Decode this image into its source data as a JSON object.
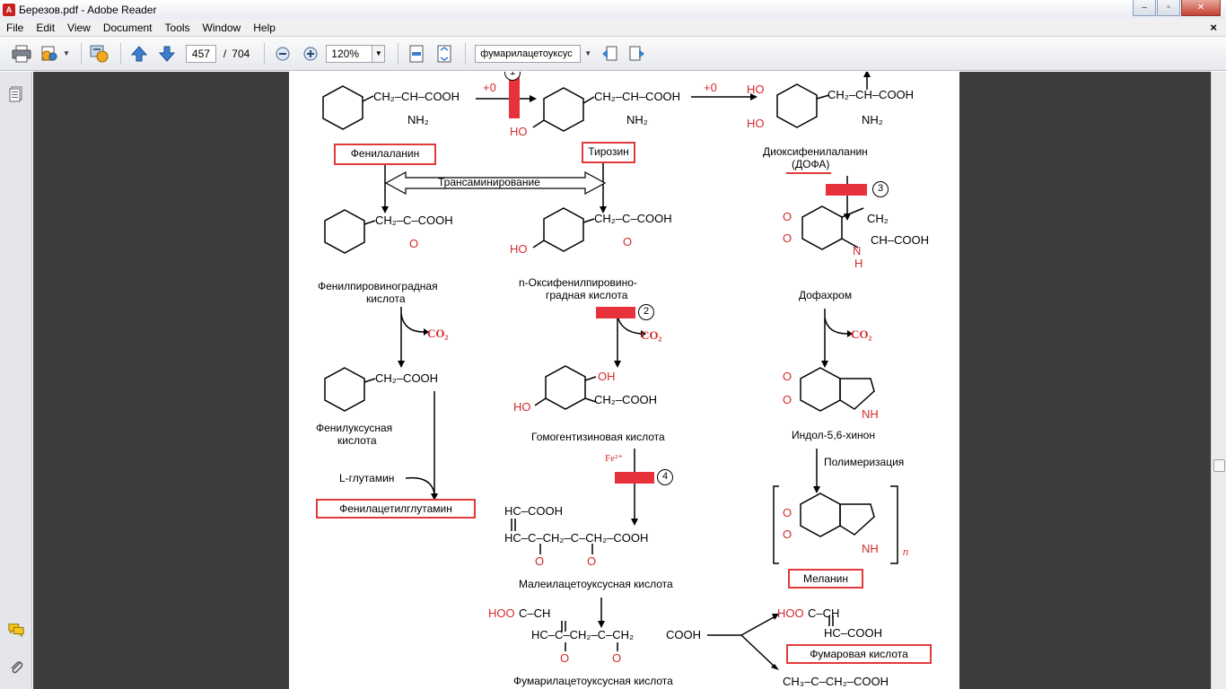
{
  "window": {
    "title": "Березов.pdf - Adobe Reader",
    "min": "–",
    "max": "▫",
    "close": "✕"
  },
  "menu": [
    "File",
    "Edit",
    "View",
    "Document",
    "Tools",
    "Window",
    "Help"
  ],
  "menu_close": "×",
  "toolbar": {
    "page_current": "457",
    "page_separator": "/",
    "page_total": "704",
    "zoom": "120%",
    "find_text": "фумарилацетоуксус"
  },
  "doc": {
    "plus_o_1": "+0",
    "plus_o_2": "+0",
    "num_1": "1",
    "num_2": "2",
    "num_3": "3",
    "num_4": "4",
    "phenylalanine_chain": "CH₂–CH–COOH",
    "phenylalanine_nh2": "NH₂",
    "tyrosine_chain": "CH₂–CH–COOH",
    "tyrosine_nh2": "NH₂",
    "tyrosine_ho": "HO",
    "dopa_ho1": "HO",
    "dopa_ho2": "HO",
    "dopa_chain": "CH₂–CH–COOH",
    "dopa_nh2": "NH₂",
    "phenylalanine_label": "Фенилаланин",
    "tyrosine_label": "Тирозин",
    "dopa_label_1": "Диоксифенилаланин",
    "dopa_label_2": "(ДОФА)",
    "transamination": "Трансаминирование",
    "ppa_chain": "CH₂–C–COOH",
    "ppa_o": "O",
    "hppa_chain": "CH₂–C–COOH",
    "hppa_o": "O",
    "hppa_ho": "HO",
    "dopachrome_o1": "O",
    "dopachrome_o2": "O",
    "dopachrome_ch2": "CH₂",
    "dopachrome_ch": "CH–COOH",
    "dopachrome_n": "N",
    "dopachrome_h": "H",
    "ppa_label_1": "Фенилпировиноградная",
    "ppa_label_2": "кислота",
    "hppa_label_1": "n-Оксифенилпировино-",
    "hppa_label_2": "градная  кислота",
    "dopachrome_label": "Дофахром",
    "co2_1": "CO₂",
    "co2_2": "CO₂",
    "co2_3": "CO₂",
    "paa_chain": "CH₂–COOH",
    "hga_oh": "OH",
    "hga_chain": "CH₂–COOH",
    "hga_ho": "HO",
    "indole_o1": "O",
    "indole_o2": "O",
    "indole_nh": "NH",
    "paa_label_1": "Фенилуксусная",
    "paa_label_2": "кислота",
    "hga_label": "Гомогентизиновая кислота",
    "indole_label": "Индол-5,6-хинон",
    "fe2": "Fe²⁺",
    "polymerization": "Полимеризация",
    "glutamine": "L-глутамин",
    "phenylacetylglutamine": "Фенилацетилглутамин",
    "maleyl_top": "HC–COOH",
    "maleyl_bottom": "HC–C–CH₂–C–CH₂–COOH",
    "maleyl_o1": "O",
    "maleyl_o2": "O",
    "melanin_o1": "O",
    "melanin_o2": "O",
    "melanin_nh": "NH",
    "melanin_n": "n",
    "melanin_label": "Меланин",
    "maleyl_label": "Малеилацетоуксусная кислота",
    "fumaryl_hoo": "HOO",
    "fumaryl_top": "C–CH",
    "fumaryl_bottom": "HC–C–CH₂–C–CH₂",
    "fumaryl_cooh": "COOH",
    "fumaryl_o1": "O",
    "fumaryl_o2": "O",
    "fumaric_hoo": "HOO",
    "fumaric_top": "C–CH",
    "fumaric_bottom": "HC–COOH",
    "fumaric_label": "Фумаровая  кислота",
    "fumaryl_label": "Фумарилацетоуксусная кислота",
    "acetoacetate": "CH₃–C–CH₂–COOH"
  }
}
